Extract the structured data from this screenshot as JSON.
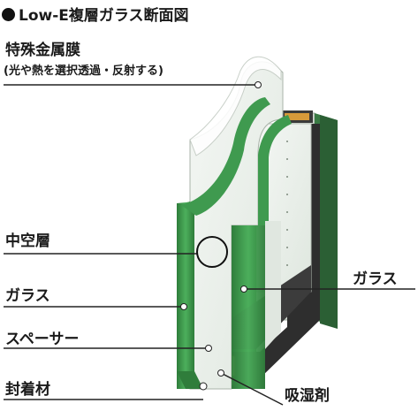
{
  "title": "Low-E複層ガラス断面図",
  "labels": {
    "low_e_film": "特殊金属膜",
    "low_e_film_note": "(光や熱を選択透過・反射する)",
    "air_layer": "中空層",
    "glass_left": "ガラス",
    "glass_right": "ガラス",
    "spacer": "スペーサー",
    "sealant": "封着材",
    "desiccant": "吸湿剤"
  },
  "colors": {
    "glass_edge": "#3f9a4f",
    "glass_edge_dark": "#2c6f38",
    "glass_face": "#e9efe9",
    "spacer_dark": "#2e2e2e",
    "desiccant": "#d79a3a"
  }
}
